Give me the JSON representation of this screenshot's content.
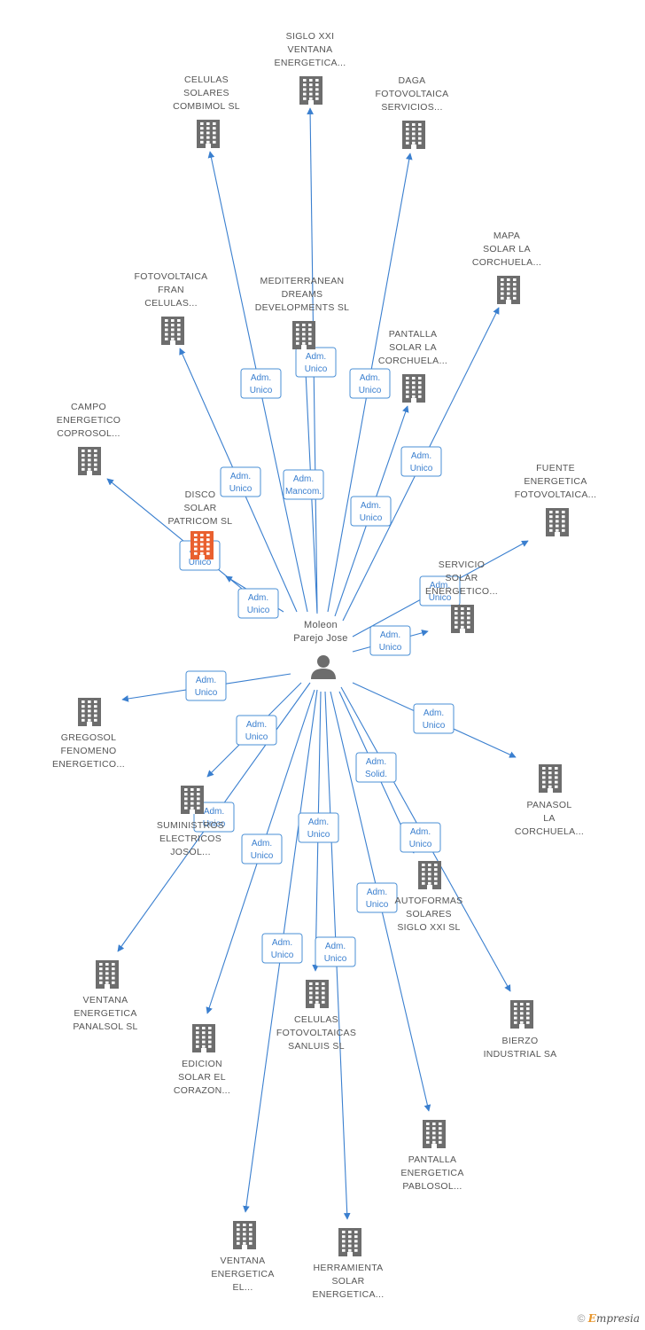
{
  "center": {
    "name_lines": [
      "Moleon",
      "Parejo Jose"
    ]
  },
  "colors": {
    "edge": "#3a7fcf",
    "building": "#6d6d6d",
    "highlight": "#e9602f",
    "person": "#6d6d6d"
  },
  "companies": [
    {
      "lines": [
        "SIGLO XXI",
        "VENTANA",
        "ENERGETICA..."
      ]
    },
    {
      "lines": [
        "CELULAS",
        "SOLARES",
        "COMBIMOL SL"
      ]
    },
    {
      "lines": [
        "DAGA",
        "FOTOVOLTAICA",
        "SERVICIOS..."
      ]
    },
    {
      "lines": [
        "MAPA",
        "SOLAR LA",
        "CORCHUELA..."
      ]
    },
    {
      "lines": [
        "FOTOVOLTAICA",
        "FRAN",
        "CELULAS..."
      ]
    },
    {
      "lines": [
        "MEDITERRANEAN",
        "DREAMS",
        "DEVELOPMENTS SL"
      ]
    },
    {
      "lines": [
        "PANTALLA",
        "SOLAR LA",
        "CORCHUELA..."
      ]
    },
    {
      "lines": [
        "CAMPO",
        "ENERGETICO",
        "COPROSOL..."
      ]
    },
    {
      "lines": [
        "FUENTE",
        "ENERGETICA",
        "FOTOVOLTAICA..."
      ]
    },
    {
      "lines": [
        "DISCO",
        "SOLAR",
        "PATRICOM SL"
      ],
      "highlight": true
    },
    {
      "lines": [
        "SERVICIO",
        "SOLAR",
        "ENERGETICO..."
      ]
    },
    {
      "lines": [
        "GREGOSOL",
        "FENOMENO",
        "ENERGETICO..."
      ]
    },
    {
      "lines": [
        "PANASOL",
        "LA",
        "CORCHUELA..."
      ]
    },
    {
      "lines": [
        "SUMINISTROS",
        "ELECTRICOS",
        "JOSOL..."
      ]
    },
    {
      "lines": [
        "AUTOFORMAS",
        "SOLARES",
        "SIGLO XXI SL"
      ]
    },
    {
      "lines": [
        "VENTANA",
        "ENERGETICA",
        "PANALSOL SL"
      ]
    },
    {
      "lines": [
        "BIERZO",
        "INDUSTRIAL SA"
      ]
    },
    {
      "lines": [
        "CELULAS",
        "FOTOVOLTAICAS",
        "SANLUIS SL"
      ]
    },
    {
      "lines": [
        "EDICION",
        "SOLAR EL",
        "CORAZON..."
      ]
    },
    {
      "lines": [
        "PANTALLA",
        "ENERGETICA",
        "PABLOSOL..."
      ]
    },
    {
      "lines": [
        "VENTANA",
        "ENERGETICA",
        "EL..."
      ]
    },
    {
      "lines": [
        "HERRAMIENTA",
        "SOLAR",
        "ENERGETICA..."
      ]
    }
  ],
  "relations": [
    {
      "lines": [
        "Adm.",
        "Unico"
      ]
    },
    {
      "lines": [
        "Adm.",
        "Unico"
      ]
    },
    {
      "lines": [
        "Adm.",
        "Unico"
      ]
    },
    {
      "lines": [
        "Adm.",
        "Unico"
      ]
    },
    {
      "lines": [
        "Adm.",
        "Unico"
      ]
    },
    {
      "lines": [
        "Adm.",
        "Mancom."
      ]
    },
    {
      "lines": [
        "Adm.",
        "Unico"
      ]
    },
    {
      "lines": [
        "Adm.",
        "Unico"
      ]
    },
    {
      "lines": [
        "Adm.",
        "Unico"
      ]
    },
    {
      "lines": [
        "Adm.",
        "Unico"
      ]
    },
    {
      "lines": [
        "Adm.",
        "Unico"
      ]
    },
    {
      "lines": [
        "Adm.",
        "Unico"
      ]
    },
    {
      "lines": [
        "Adm.",
        "Unico"
      ]
    },
    {
      "lines": [
        "Adm.",
        "Unico"
      ]
    },
    {
      "lines": [
        "Adm.",
        "Solid."
      ]
    },
    {
      "lines": [
        "Adm.",
        "Unico"
      ]
    },
    {
      "lines": [
        "Adm.",
        "Unico"
      ]
    },
    {
      "lines": [
        "Adm.",
        "Unico"
      ]
    },
    {
      "lines": [
        "Adm.",
        "Unico"
      ]
    },
    {
      "lines": [
        "Adm.",
        "Unico"
      ]
    },
    {
      "lines": [
        "Adm.",
        "Unico"
      ]
    },
    {
      "lines": [
        "Adm.",
        "Unico"
      ]
    }
  ],
  "credit": {
    "symbol": "©",
    "brand_first": "E",
    "brand_rest": "mpresia"
  }
}
